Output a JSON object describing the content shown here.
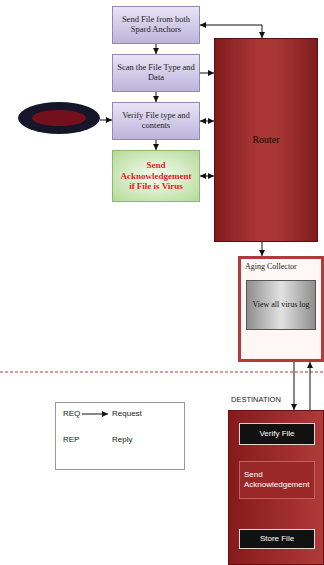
{
  "diagram": {
    "nodes": [
      {
        "text": [
          "Send File from both Spard Anchors"
        ]
      },
      {
        "text": [
          "Scan the File Type and Data"
        ]
      },
      {
        "text": [
          "Verify File type and contents"
        ]
      },
      {
        "text": [
          "Send Acknowledgement if File is Virus"
        ]
      },
      {
        "text": [
          "Router"
        ]
      },
      {
        "text": [
          "Aging Collector"
        ]
      },
      {
        "text": [
          "View all virus log"
        ],
        "in": 5
      },
      {
        "text": [
          "DESTINATION"
        ]
      },
      {
        "text": [
          "Verify File"
        ],
        "in": 7
      },
      {
        "text": [
          "Send Acknowledgement"
        ],
        "in": 7
      },
      {
        "text": [
          "Store File"
        ],
        "in": 7
      }
    ],
    "edges": [
      {
        "from": 0,
        "to": 1,
        "arrow": "to"
      },
      {
        "from": 1,
        "to": 2,
        "arrow": "to"
      },
      {
        "from": 2,
        "to": 3,
        "arrow": "to"
      },
      {
        "from": 0,
        "to": 4,
        "arrow": "both"
      },
      {
        "from": 1,
        "to": 4,
        "arrow": "to"
      },
      {
        "from": 2,
        "to": 4,
        "arrow": "both"
      },
      {
        "from": 3,
        "to": 4,
        "arrow": "both"
      },
      {
        "from": 4,
        "to": 5,
        "arrow": "to"
      },
      {
        "from": 5,
        "to": 7,
        "arrow": "to"
      },
      {
        "from": 7,
        "to": 5,
        "arrow": "to"
      }
    ],
    "labels": [
      "REQ",
      "Request",
      "REP",
      "Reply"
    ]
  }
}
